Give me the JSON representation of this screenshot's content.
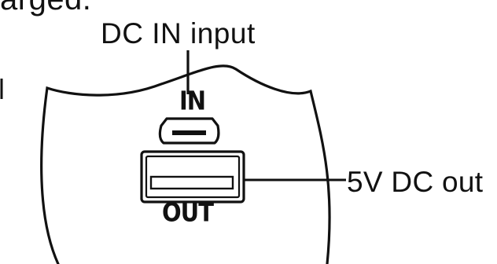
{
  "diagram": {
    "top_text_fragment": "arged.",
    "callout_in_label": "DC IN input",
    "callout_out_label": "5V DC out",
    "port_in_label": "IN",
    "port_out_label": "OUT",
    "colors": {
      "ink": "#111111",
      "background": "#ffffff"
    }
  }
}
